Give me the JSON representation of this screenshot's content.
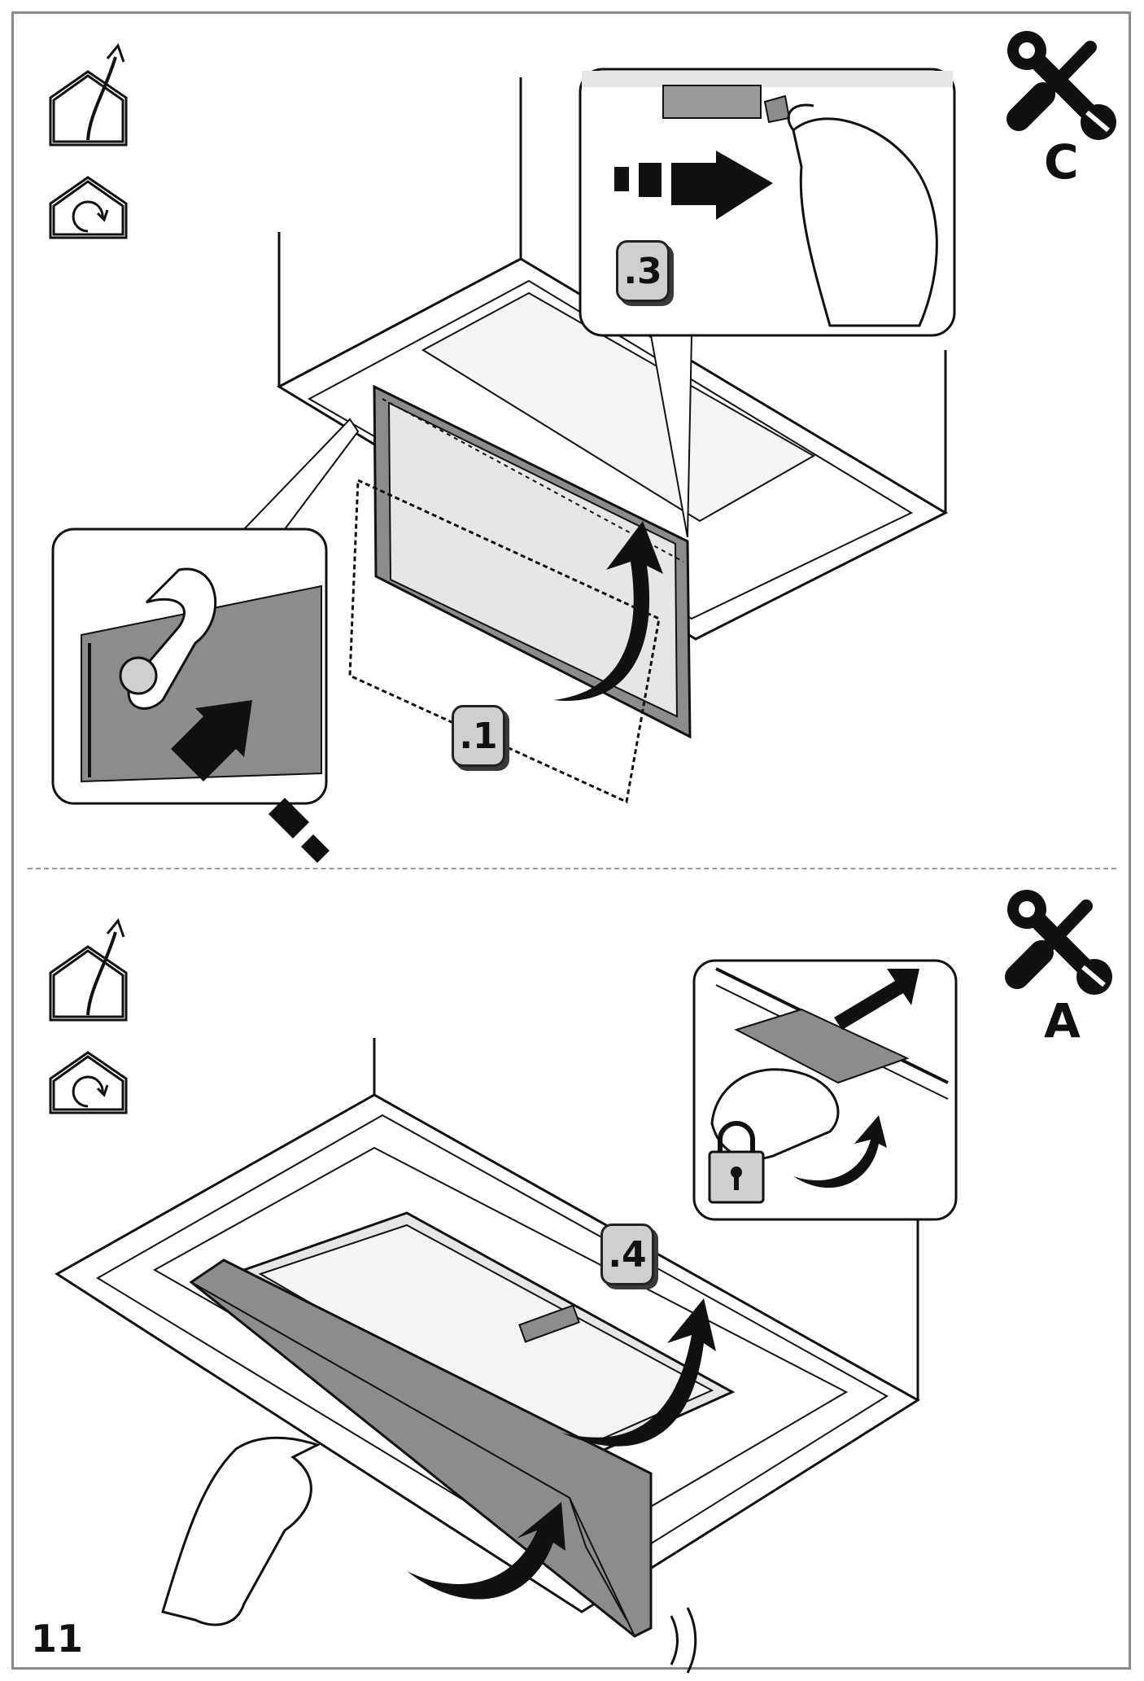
{
  "page": {
    "number": "11"
  },
  "top_panel": {
    "mode_letter": "C",
    "steps": [
      ".3",
      ".1"
    ],
    "icons": [
      "ducted-exhaust-icon",
      "recirculation-icon",
      "tools-icon"
    ]
  },
  "bottom_panel": {
    "mode_letter": "A",
    "steps": [
      ".4"
    ],
    "icons": [
      "ducted-exhaust-icon",
      "recirculation-icon",
      "tools-icon",
      "padlock-icon"
    ]
  },
  "colors": {
    "line": "#111111",
    "panel_gray": "#8c8c8c",
    "light_gray": "#e6e6e6",
    "badge_gray": "#cfcfcf",
    "frame": "#8a8a8a"
  }
}
